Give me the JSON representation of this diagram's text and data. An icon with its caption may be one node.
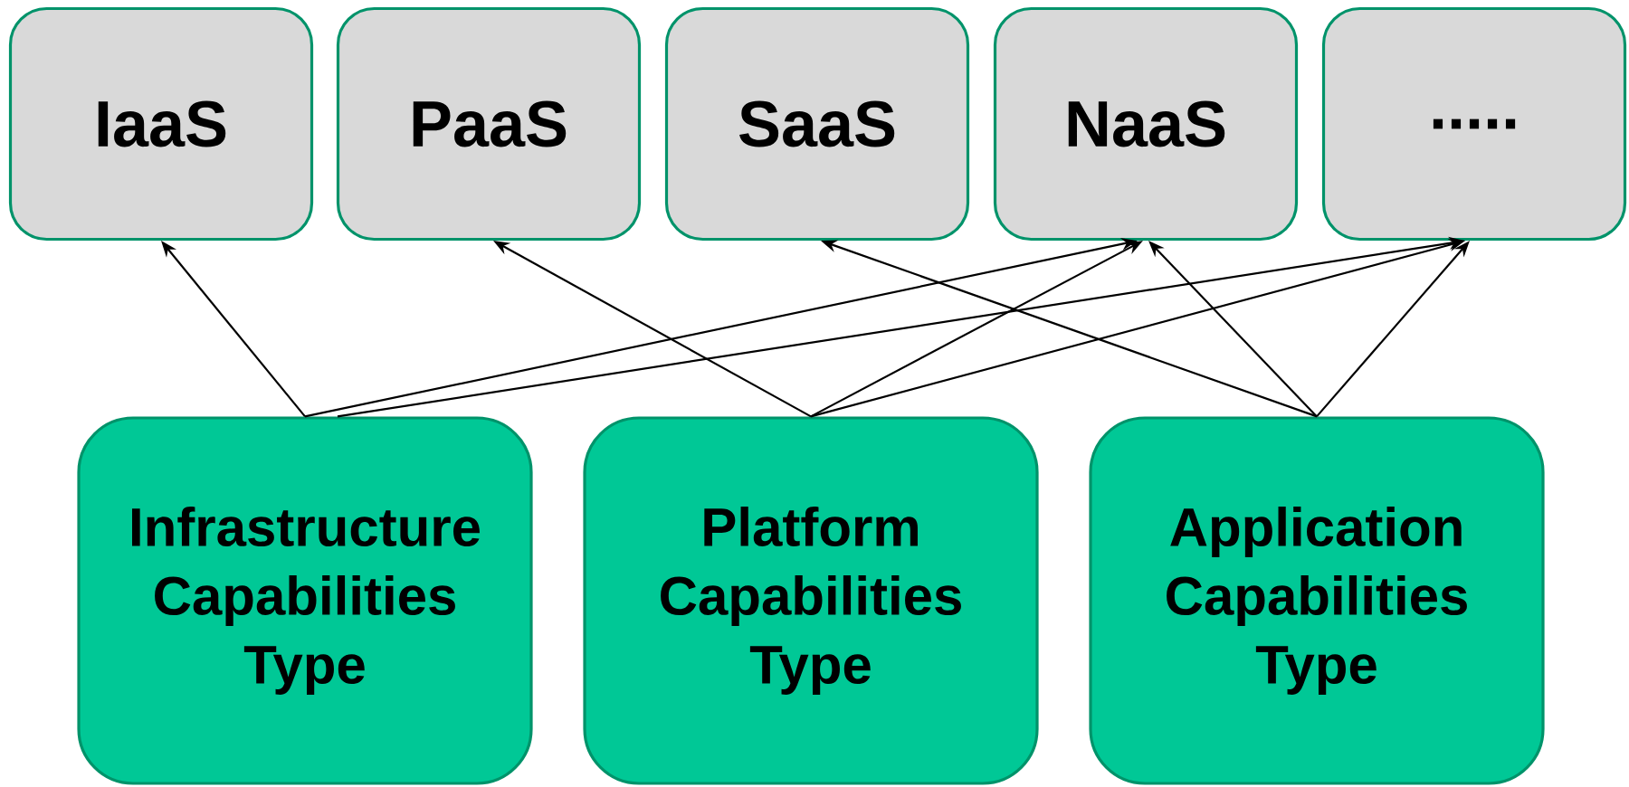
{
  "diagram": {
    "nodes": [
      {
        "text": [
          "IaaS"
        ]
      },
      {
        "text": [
          "PaaS"
        ]
      },
      {
        "text": [
          "SaaS"
        ]
      },
      {
        "text": [
          "NaaS"
        ]
      },
      {
        "text": [
          "....."
        ]
      },
      {
        "text": [
          "Infrastructure Capabilities Type"
        ]
      },
      {
        "text": [
          "Platform Capabilities Type"
        ]
      },
      {
        "text": [
          "Application Capabilities Type"
        ]
      }
    ],
    "edges": [
      {
        "from": 5,
        "to": 0,
        "arrow": "to"
      },
      {
        "from": 5,
        "to": 3,
        "arrow": "to"
      },
      {
        "from": 5,
        "to": 4,
        "arrow": "to"
      },
      {
        "from": 6,
        "to": 1,
        "arrow": "to"
      },
      {
        "from": 6,
        "to": 3,
        "arrow": "to"
      },
      {
        "from": 6,
        "to": 4,
        "arrow": "to"
      },
      {
        "from": 7,
        "to": 2,
        "arrow": "to"
      },
      {
        "from": 7,
        "to": 3,
        "arrow": "to"
      },
      {
        "from": 7,
        "to": 4,
        "arrow": "to"
      }
    ]
  }
}
